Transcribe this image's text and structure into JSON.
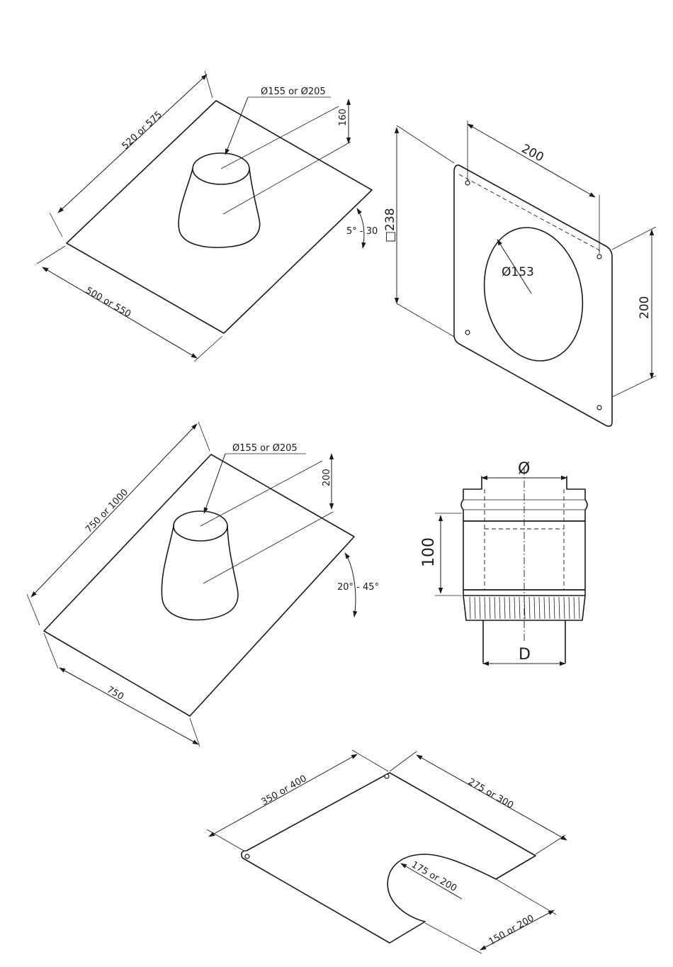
{
  "flashing_1": {
    "length": "520 or 575",
    "width": "500 or 550",
    "diameter": "Ø155 or Ø205",
    "cone_height": "160",
    "angle": "5° - 30"
  },
  "wall_plate": {
    "side": "□238",
    "hole_spacing_top": "200",
    "hole_spacing_side": "200",
    "diameter": "Ø153"
  },
  "flashing_2": {
    "length": "750 or 1000",
    "width": "750",
    "diameter": "Ø155 or Ø205",
    "cone_height": "200",
    "angle": "20° - 45°"
  },
  "adapter": {
    "top_diameter": "Ø",
    "height": "100",
    "bottom_diameter": "D"
  },
  "base_plate": {
    "side_a": "350 or 400",
    "side_b": "275 or 300",
    "slot_radius": "175 or 200",
    "slot_depth": "150 or 200"
  }
}
